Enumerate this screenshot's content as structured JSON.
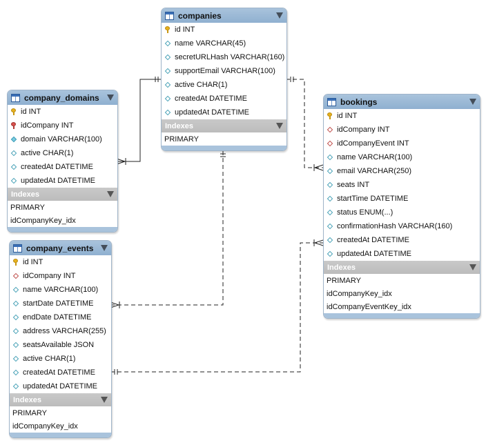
{
  "tables": {
    "companies": {
      "name": "companies",
      "columns": [
        {
          "label": "id INT",
          "icon": "primary-key-icon"
        },
        {
          "label": "name VARCHAR(45)",
          "icon": "column-icon"
        },
        {
          "label": "secretURLHash VARCHAR(160)",
          "icon": "column-icon"
        },
        {
          "label": "supportEmail VARCHAR(100)",
          "icon": "column-icon"
        },
        {
          "label": "active CHAR(1)",
          "icon": "column-icon"
        },
        {
          "label": "createdAt DATETIME",
          "icon": "column-icon"
        },
        {
          "label": "updatedAt DATETIME",
          "icon": "column-icon"
        }
      ],
      "indexes_label": "Indexes",
      "indexes": [
        "PRIMARY"
      ]
    },
    "company_domains": {
      "name": "company_domains",
      "columns": [
        {
          "label": "id INT",
          "icon": "primary-key-icon"
        },
        {
          "label": "idCompany INT",
          "icon": "foreign-key-icon"
        },
        {
          "label": "domain VARCHAR(100)",
          "icon": "not-null-column-icon"
        },
        {
          "label": "active CHAR(1)",
          "icon": "column-icon"
        },
        {
          "label": "createdAt DATETIME",
          "icon": "column-icon"
        },
        {
          "label": "updatedAt DATETIME",
          "icon": "column-icon"
        }
      ],
      "indexes_label": "Indexes",
      "indexes": [
        "PRIMARY",
        "idCompanyKey_idx"
      ]
    },
    "company_events": {
      "name": "company_events",
      "columns": [
        {
          "label": "id INT",
          "icon": "primary-key-icon"
        },
        {
          "label": "idCompany INT",
          "icon": "fk-column-icon"
        },
        {
          "label": "name VARCHAR(100)",
          "icon": "column-icon"
        },
        {
          "label": "startDate DATETIME",
          "icon": "column-icon"
        },
        {
          "label": "endDate DATETIME",
          "icon": "column-icon"
        },
        {
          "label": "address VARCHAR(255)",
          "icon": "column-icon"
        },
        {
          "label": "seatsAvailable JSON",
          "icon": "column-icon"
        },
        {
          "label": "active CHAR(1)",
          "icon": "column-icon"
        },
        {
          "label": "createdAt DATETIME",
          "icon": "column-icon"
        },
        {
          "label": "updatedAt DATETIME",
          "icon": "column-icon"
        }
      ],
      "indexes_label": "Indexes",
      "indexes": [
        "PRIMARY",
        "idCompanyKey_idx"
      ]
    },
    "bookings": {
      "name": "bookings",
      "columns": [
        {
          "label": "id INT",
          "icon": "primary-key-icon"
        },
        {
          "label": "idCompany INT",
          "icon": "fk-column-icon"
        },
        {
          "label": "idCompanyEvent INT",
          "icon": "fk-column-icon"
        },
        {
          "label": "name VARCHAR(100)",
          "icon": "column-icon"
        },
        {
          "label": "email VARCHAR(250)",
          "icon": "column-icon"
        },
        {
          "label": "seats INT",
          "icon": "column-icon"
        },
        {
          "label": "startTime DATETIME",
          "icon": "column-icon"
        },
        {
          "label": "status ENUM(...)",
          "icon": "column-icon"
        },
        {
          "label": "confirmationHash VARCHAR(160)",
          "icon": "column-icon"
        },
        {
          "label": "createdAt DATETIME",
          "icon": "column-icon"
        },
        {
          "label": "updatedAt DATETIME",
          "icon": "column-icon"
        }
      ],
      "indexes_label": "Indexes",
      "indexes": [
        "PRIMARY",
        "idCompanyKey_idx",
        "idCompanyEventKey_idx"
      ]
    }
  },
  "colors": {
    "header": "#a9c3dc",
    "indexes_header": "#c4c4c4",
    "relationship_line": "#222222"
  }
}
